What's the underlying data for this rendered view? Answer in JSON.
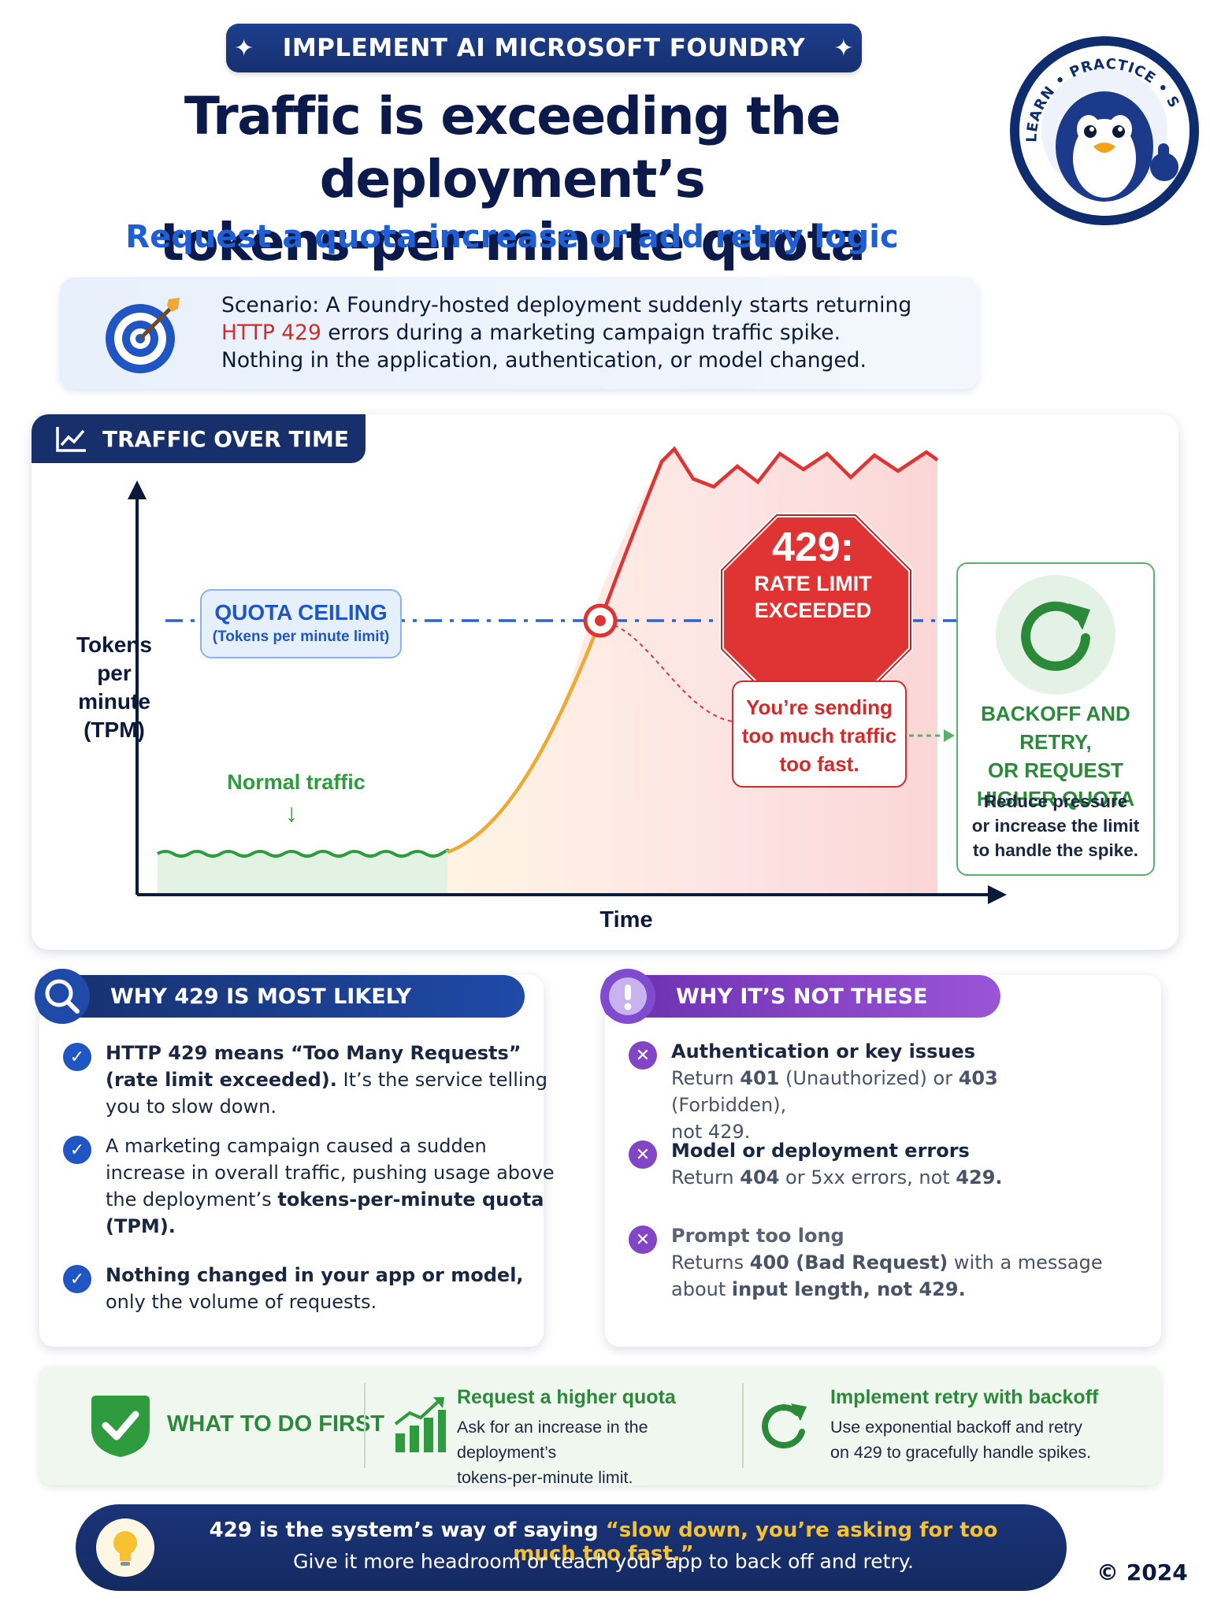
{
  "header": {
    "badge": "IMPLEMENT AI MICROSOFT FOUNDRY",
    "title_line1": "Traffic is exceeding the deployment’s",
    "title_line2": "tokens-per-minute quota",
    "subtitle": "Request a quota increase or add retry logic"
  },
  "seal": {
    "text_top": "PRACTICE · SUCCESS",
    "text_left": "LEARN",
    "icon": "penguin-mascot"
  },
  "scenario": {
    "icon": "target-icon",
    "line1": "Scenario: A Foundry-hosted deployment suddenly starts returning",
    "line2_highlight": "HTTP 429",
    "line2_rest": " errors during a marketing campaign traffic spike.",
    "line3": "Nothing in the application, authentication, or model changed."
  },
  "chart": {
    "tab_label": "TRAFFIC OVER TIME",
    "tab_icon": "line-chart-icon",
    "ylabel_lines": [
      "Tokens",
      "per",
      "minute",
      "(TPM)"
    ],
    "xlabel": "Time",
    "quota_title": "QUOTA CEILING",
    "quota_sub": "(Tokens per minute limit)",
    "normal_label": "Normal traffic",
    "normal_arrow": "↓",
    "stop_code": "429:",
    "stop_line1": "RATE LIMIT",
    "stop_line2": "EXCEEDED",
    "warn_lines": [
      "You’re sending",
      "too much traffic",
      "too fast."
    ],
    "retry_title_lines": [
      "BACKOFF AND RETRY,",
      "OR REQUEST",
      "HIGHER QUOTA"
    ],
    "retry_body_lines": [
      "Reduce pressure",
      "or increase the limit",
      "to handle the spike."
    ],
    "colors": {
      "normal": "#2e9b3e",
      "ramp": "#f0a830",
      "spike": "#e03434",
      "quota": "#2a63d0",
      "retry": "#2b8a3a"
    }
  },
  "why_likely": {
    "header": "WHY 429 IS MOST LIKELY",
    "icon": "search-icon",
    "items": [
      {
        "bold": "HTTP 429 means “Too Many Requests” (rate limit exceeded).",
        "rest": " It’s the service telling you to slow down."
      },
      {
        "pre": "A marketing campaign caused a sudden increase in overall traffic, pushing usage above the deployment’s ",
        "bold": "tokens-per-minute quota (TPM).",
        "rest": ""
      },
      {
        "bold": "Nothing changed in your app or model,",
        "rest": " only the volume of requests."
      }
    ]
  },
  "why_not": {
    "header": "WHY IT’S NOT THESE",
    "icon": "exclamation-icon",
    "items": [
      {
        "title": "Authentication or key issues",
        "body_parts": [
          "Return ",
          "401",
          " (Unauthorized) or ",
          "403",
          " (Forbidden),",
          "not 429."
        ]
      },
      {
        "title": "Model or deployment errors",
        "body_parts": [
          "Return ",
          "404",
          " or 5xx errors, not ",
          "429."
        ]
      },
      {
        "title": "Prompt too long",
        "body_parts": [
          "Returns ",
          "400 (Bad Request)",
          " with a message",
          "about ",
          "input length",
          ", not 429."
        ]
      }
    ]
  },
  "todo": {
    "label": "WHAT TO DO FIRST",
    "step1_title": "Request a higher quota",
    "step1_line1": "Ask for an increase in the deployment’s",
    "step1_line2": "tokens-per-minute limit.",
    "step2_title": "Implement retry with backoff",
    "step2_line1": "Use exponential backoff and retry",
    "step2_line2": "on 429 to gracefully handle spikes."
  },
  "footer": {
    "pre": "429 is the system’s way of saying ",
    "highlight": "“slow down, you’re asking for too much too fast.”",
    "line2": "Give it more headroom or teach your app to back off and retry.",
    "copyright": "© 2024"
  }
}
